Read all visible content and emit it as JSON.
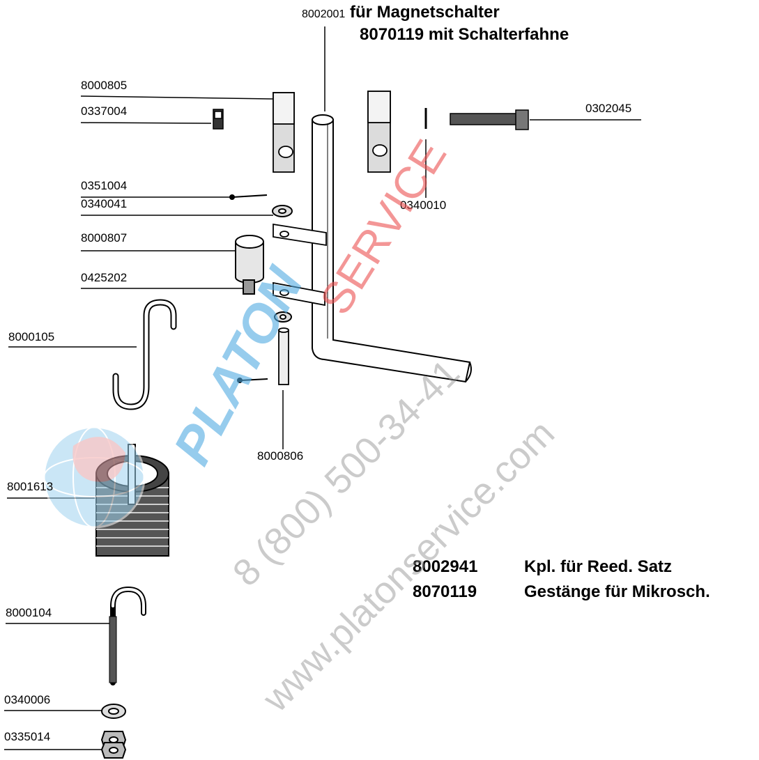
{
  "header": {
    "line1_code": "8002001",
    "line1_text": "für Magnetschalter",
    "line2": "8070119  mit Schalterfahne"
  },
  "parts": {
    "p8000805": "8000805",
    "p0337004": "0337004",
    "p0351004": "0351004",
    "p0340041": "0340041",
    "p8000807": "8000807",
    "p0425202": "0425202",
    "p8000105": "8000105",
    "p8001613": "8001613",
    "p8000104": "8000104",
    "p0340006": "0340006",
    "p0335014": "0335014",
    "p0302045": "0302045",
    "p0340010": "0340010",
    "p8000806": "8000806"
  },
  "legend": [
    {
      "code": "8002941",
      "text": "Kpl. für Reed. Satz"
    },
    {
      "code": "8070119",
      "text": "Gestänge für Mikrosch."
    }
  ],
  "watermark": {
    "brand1": "PLATON",
    "brand2": "SERVICE",
    "phone": "8 (800) 500-34-41",
    "url": "www.platonservice.com"
  }
}
